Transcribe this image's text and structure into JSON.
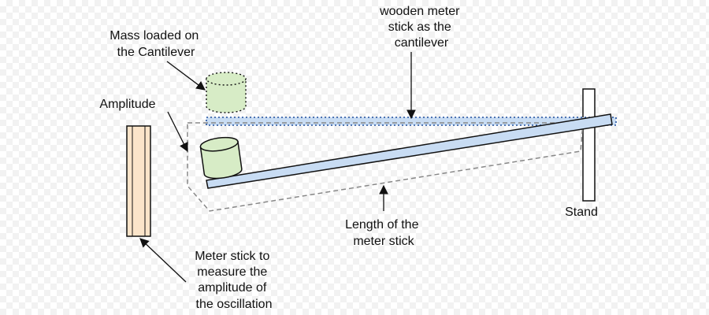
{
  "labels": {
    "mass_loaded": [
      "Mass loaded on",
      "the Cantilever"
    ],
    "amplitude": "Amplitude",
    "wooden_meter_stick": [
      "wooden meter",
      "stick as the",
      "cantilever"
    ],
    "stand": "Stand",
    "length_of_meter_stick": [
      "Length of the",
      "meter stick"
    ],
    "measuring_stick": [
      "Meter stick to",
      "measure the",
      "amplitude of",
      "the oscillation"
    ]
  },
  "colors": {
    "mass_fill": "#d7ecc6",
    "beam_fill": "#c8dcf3",
    "measuring_stick_fill": "#fbe4c9",
    "outline": "#111111",
    "dashed_outline": "#888888"
  }
}
